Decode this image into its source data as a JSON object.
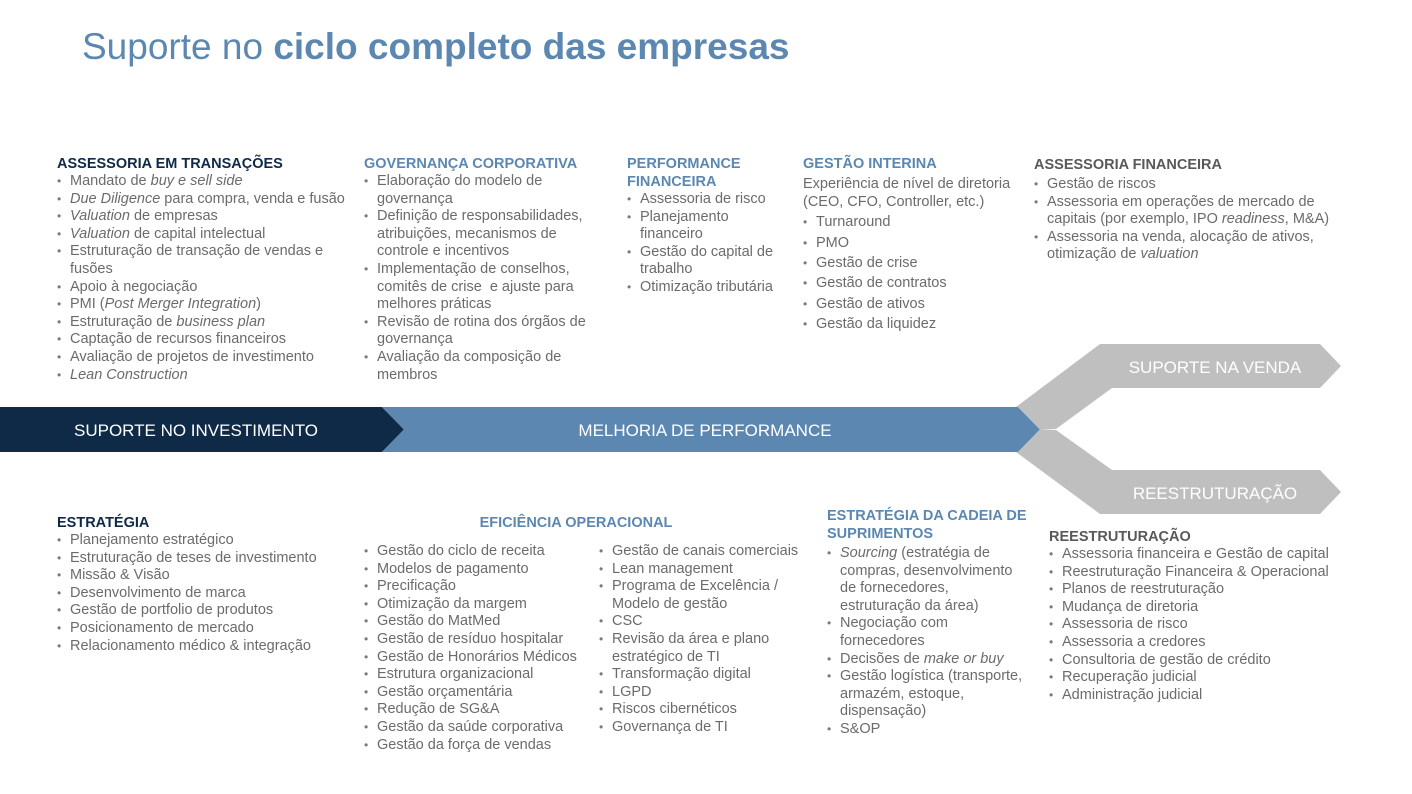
{
  "title": {
    "prefix": "Suporte no ",
    "bold": "ciclo completo das empresas"
  },
  "arrows": {
    "investimento": "SUPORTE NO INVESTIMENTO",
    "performance": "MELHORIA DE PERFORMANCE",
    "venda": "SUPORTE NA VENDA",
    "reestruturacao": "REESTRUTURAÇÃO"
  },
  "colors": {
    "navy": "#0e2a47",
    "steel_blue": "#5b87b1",
    "gray": "#bfbfbf",
    "text": "#6b6b6b"
  },
  "transacoes": {
    "header": "ASSESSORIA EM TRANSAÇÕES",
    "items": [
      "Mandato de <i>buy e sell side</i>",
      "<i>Due Diligence</i> para compra, venda e fusão",
      "<i>Valuation</i> de empresas",
      "<i>Valuation</i> de capital intelectual",
      "Estruturação de transação de vendas e fusões",
      "Apoio à negociação",
      "PMI (<i>Post Merger Integration</i>)",
      "Estruturação de <i>business plan</i>",
      "Captação de recursos financeiros",
      "Avaliação de projetos de investimento",
      "<i>Lean Construction</i>"
    ]
  },
  "governanca": {
    "header": "GOVERNANÇA CORPORATIVA",
    "items": [
      "Elaboração do modelo de governança",
      "Definição de responsabilidades, atribuições, mecanismos de controle e incentivos",
      "Implementação de conselhos, comitês de crise &nbsp;e ajuste para melhores práticas",
      "Revisão de rotina dos órgãos de governança",
      "Avaliação da composição de membros"
    ]
  },
  "performance_fin": {
    "header": "PERFORMANCE FINANCEIRA",
    "items": [
      "Assessoria de risco",
      "Planejamento financeiro",
      "Gestão do capital de trabalho",
      "Otimização tributária"
    ]
  },
  "interina": {
    "header": "GESTÃO INTERINA",
    "intro": "Experiência de nível de diretoria (CEO, CFO, Controller, etc.)",
    "items": [
      "Turnaround",
      "PMO",
      "Gestão de crise",
      "Gestão de contratos",
      "Gestão de ativos",
      "Gestão da liquidez"
    ]
  },
  "ass_financeira": {
    "header": "ASSESSORIA FINANCEIRA",
    "items": [
      "Gestão de riscos",
      "Assessoria em operações de mercado de capitais (por exemplo, IPO <i>readiness</i>, M&amp;A)",
      "Assessoria na venda, alocação de ativos, otimização de <i>valuation</i>"
    ]
  },
  "estrategia": {
    "header": "ESTRATÉGIA",
    "items": [
      "Planejamento estratégico",
      "Estruturação de teses de investimento",
      "Missão &amp; Visão",
      "Desenvolvimento de marca",
      "Gestão de portfolio de produtos",
      "Posicionamento de mercado",
      "Relacionamento médico &amp; integração"
    ]
  },
  "eficiencia": {
    "header": "EFICIÊNCIA OPERACIONAL",
    "col1": [
      "Gestão do ciclo de receita",
      "Modelos de pagamento",
      "Precificação",
      "Otimização da margem",
      "Gestão do MatMed",
      "Gestão de resíduo hospitalar",
      "Gestão de Honorários Médicos",
      "Estrutura organizacional",
      "Gestão orçamentária",
      "Redução de SG&amp;A",
      "Gestão da saúde corporativa",
      "Gestão da força de vendas"
    ],
    "col2": [
      "Gestão de canais comerciais",
      "Lean management",
      "Programa de Excelência / Modelo de gestão",
      "CSC",
      "Revisão da área e plano estratégico de TI",
      "Transformação digital",
      "LGPD",
      "Riscos cibernéticos",
      "Governança de TI"
    ]
  },
  "suprimentos": {
    "header": "ESTRATÉGIA DA CADEIA DE SUPRIMENTOS",
    "items": [
      "<i>Sourcing</i> (estratégia de compras, desenvolvimento de fornecedores, estruturação da área)",
      "Negociação com fornecedores",
      "Decisões de <i>make or buy</i>",
      "Gestão logística (transporte, armazém, estoque, dispensação)",
      "S&amp;OP"
    ]
  },
  "reestruturacao": {
    "header": "REESTRUTURAÇÃO",
    "items": [
      "Assessoria financeira e Gestão de capital",
      "Reestruturação Financeira &amp; Operacional",
      "Planos de reestruturação",
      "Mudança de diretoria",
      "Assessoria de risco",
      "Assessoria a credores",
      "Consultoria de gestão de crédito",
      "Recuperação judicial",
      "Administração judicial"
    ]
  }
}
